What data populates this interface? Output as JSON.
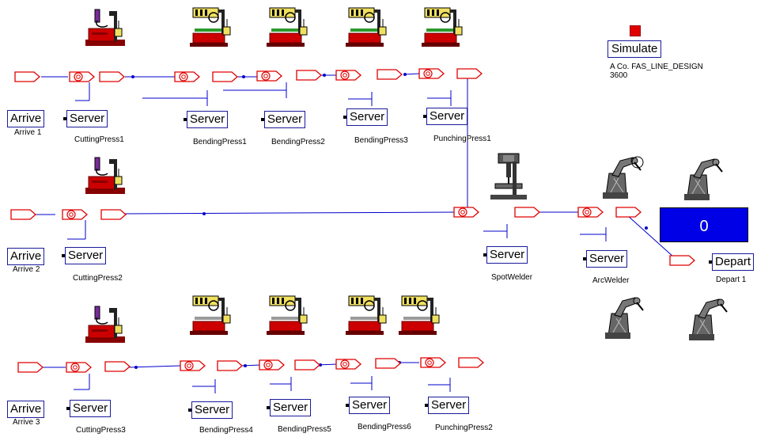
{
  "model": {
    "title": "A Co. FAS_LINE_DESIGN",
    "run_length": "3600",
    "simulate_label": "Simulate",
    "counter_value": "0"
  },
  "arrivals": [
    {
      "module": "Arrive",
      "label": "Arrive 1"
    },
    {
      "module": "Arrive",
      "label": "Arrive 2"
    },
    {
      "module": "Arrive",
      "label": "Arrive 3"
    }
  ],
  "servers": [
    {
      "module": "Server",
      "label": "CuttingPress1"
    },
    {
      "module": "Server",
      "label": "BendingPress1"
    },
    {
      "module": "Server",
      "label": "BendingPress2"
    },
    {
      "module": "Server",
      "label": "BendingPress3"
    },
    {
      "module": "Server",
      "label": "PunchingPress1"
    },
    {
      "module": "Server",
      "label": "CuttingPress2"
    },
    {
      "module": "Server",
      "label": "SpotWelder"
    },
    {
      "module": "Server",
      "label": "ArcWelder"
    },
    {
      "module": "Server",
      "label": "CuttingPress3"
    },
    {
      "module": "Server",
      "label": "BendingPress4"
    },
    {
      "module": "Server",
      "label": "BendingPress5"
    },
    {
      "module": "Server",
      "label": "BendingPress6"
    },
    {
      "module": "Server",
      "label": "PunchingPress2"
    }
  ],
  "depart": {
    "module": "Depart",
    "label": "Depart 1"
  },
  "colors": {
    "route": "#0000cc",
    "queue": "#e00000",
    "machine": "#cc0000",
    "counter": "#0000e6"
  },
  "icons": [
    "cutting-press-icon",
    "bending-press-icon",
    "drill-press-icon",
    "robot-arm-icon",
    "queue-symbol-icon",
    "resource-symbol-icon"
  ]
}
